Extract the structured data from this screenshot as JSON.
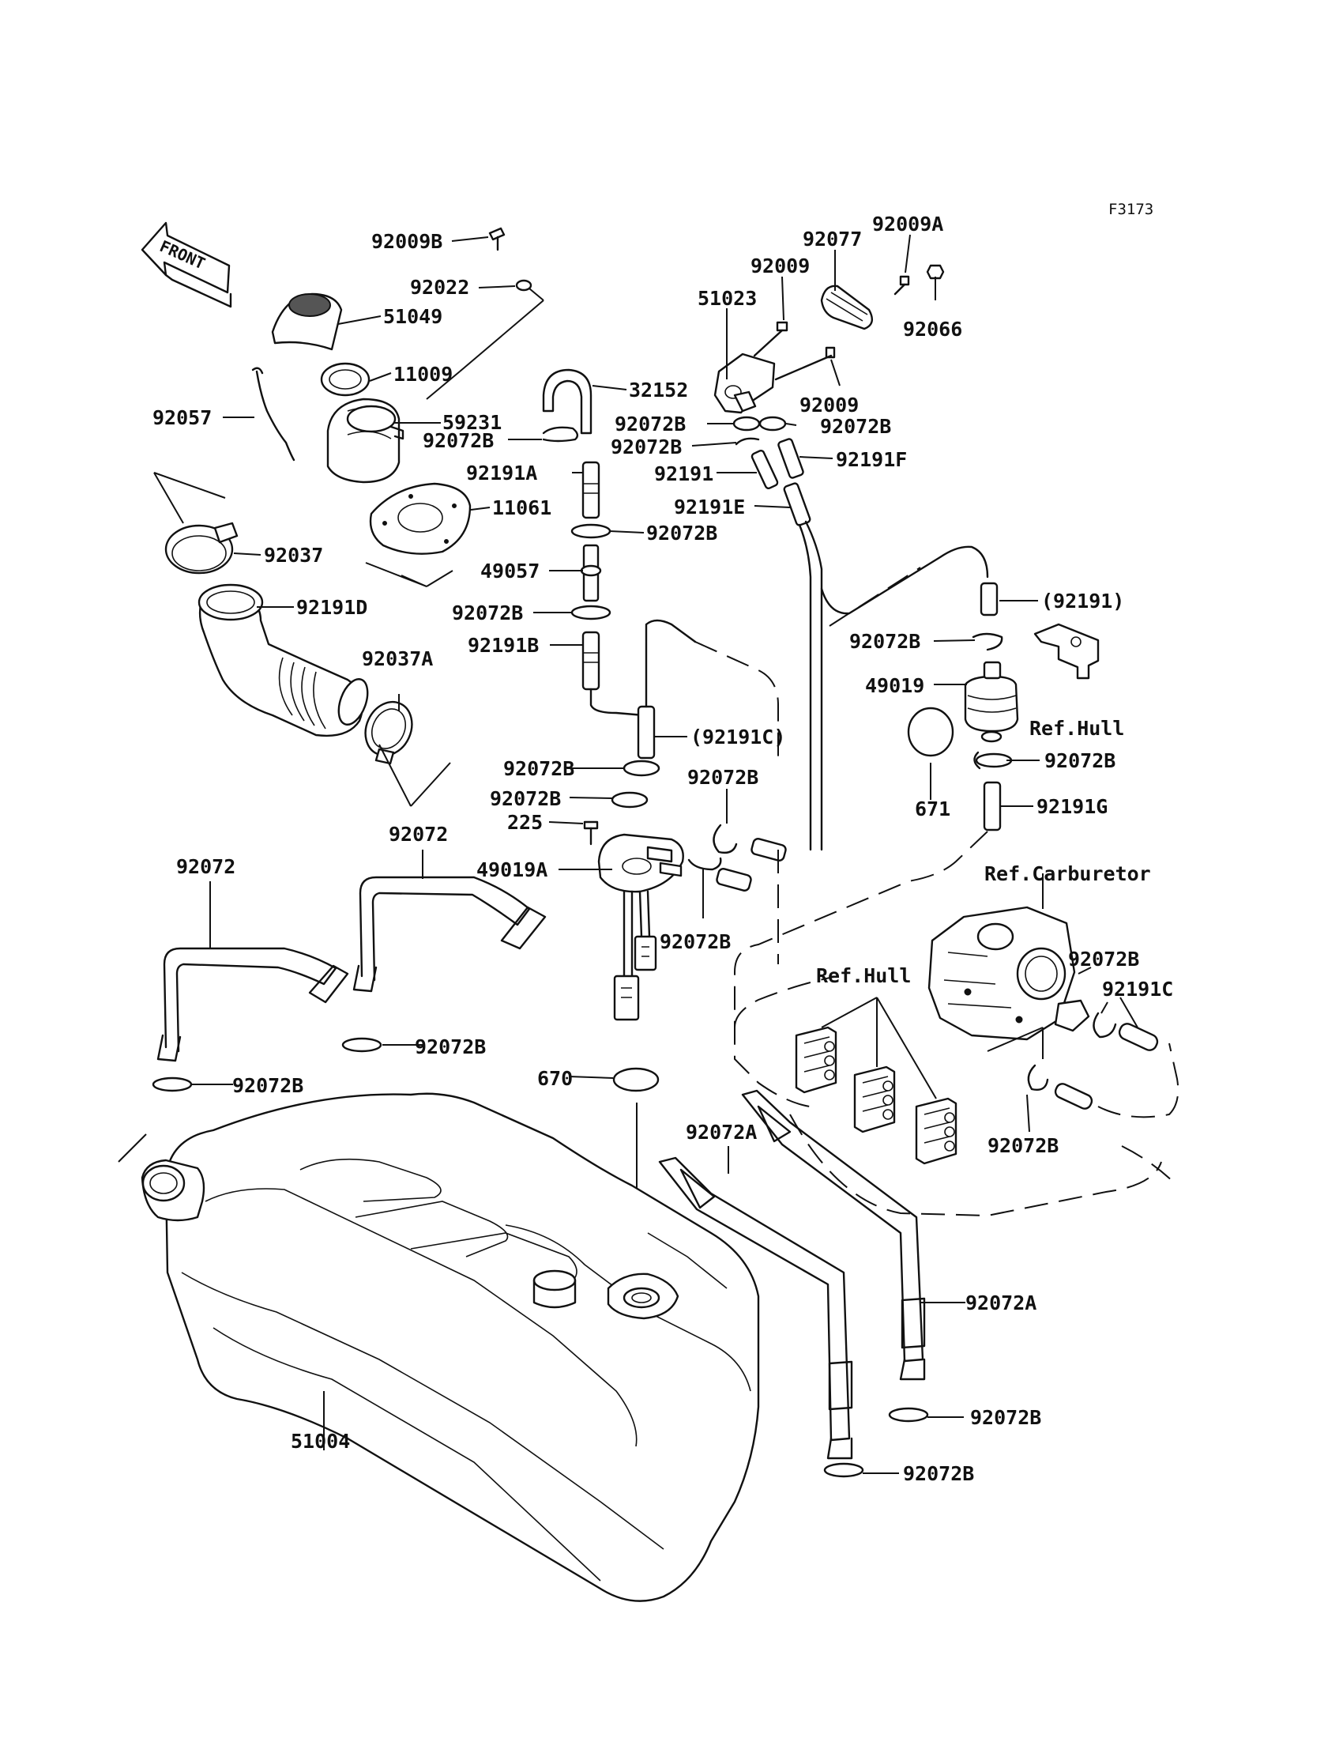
{
  "figure_code": "F3173",
  "front_label": "FRONT",
  "callouts": {
    "c92009B": "92009B",
    "c92022": "92022",
    "c51049": "51049",
    "c11009": "11009",
    "c92057": "92057",
    "c59231": "59231",
    "c11061": "11061",
    "c92037": "92037",
    "c92191D": "92191D",
    "c92037A": "92037A",
    "c32152": "32152",
    "c92072B_a": "92072B",
    "c92191A": "92191A",
    "c92072B_b": "92072B",
    "c49057": "49057",
    "c92072B_c": "92072B",
    "c92191B": "92191B",
    "c92191C_ref": "(92191C)",
    "c92072B_d": "92072B",
    "c92072B_e": "92072B",
    "c225": "225",
    "c49019A": "49019A",
    "c92072B_f": "92072B",
    "c92072B_g": "92072B",
    "c51023": "51023",
    "c92009_a": "92009",
    "c92077": "92077",
    "c92009A": "92009A",
    "c92066": "92066",
    "c92009_b": "92009",
    "c92072B_h": "92072B",
    "c92072B_i": "92072B",
    "c92072B_j": "92072B",
    "c92191": "92191",
    "c92191F": "92191F",
    "c92191E": "92191E",
    "c92191_ref": "(92191)",
    "c92072B_k": "92072B",
    "c49019": "49019",
    "c671": "671",
    "c92072B_l": "92072B",
    "c92191G": "92191G",
    "ref_hull_1": "Ref.Hull",
    "ref_carb": "Ref.Carburetor",
    "c92072B_m": "92072B",
    "c92191C": "92191C",
    "ref_hull_2": "Ref.Hull",
    "c92072B_n": "92072B",
    "c92072_left": "92072",
    "c92072_mid": "92072",
    "c92072B_o": "92072B",
    "c92072B_p": "92072B",
    "c670": "670",
    "c92072A_a": "92072A",
    "c92072A_b": "92072A",
    "c92072B_q": "92072B",
    "c92072B_r": "92072B",
    "c51004": "51004"
  }
}
